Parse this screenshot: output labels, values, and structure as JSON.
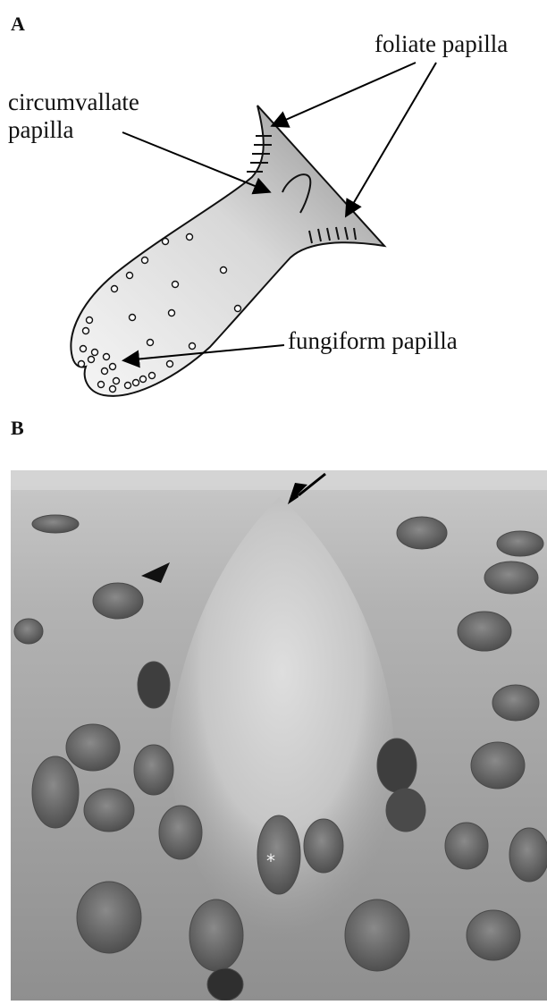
{
  "panel_a": {
    "label": "A",
    "labels": {
      "foliate": "foliate papilla",
      "circumvallate": "circumvallate\npapilla",
      "fungiform": "fungiform papilla"
    }
  },
  "panel_b": {
    "label": "B",
    "asterisk": "*"
  },
  "colors": {
    "tongue_light": "#f2f2f2",
    "tongue_dark": "#9a9a9a",
    "tissue_bg": "#a9a9a9",
    "nucleus": "#5e5e5e"
  }
}
